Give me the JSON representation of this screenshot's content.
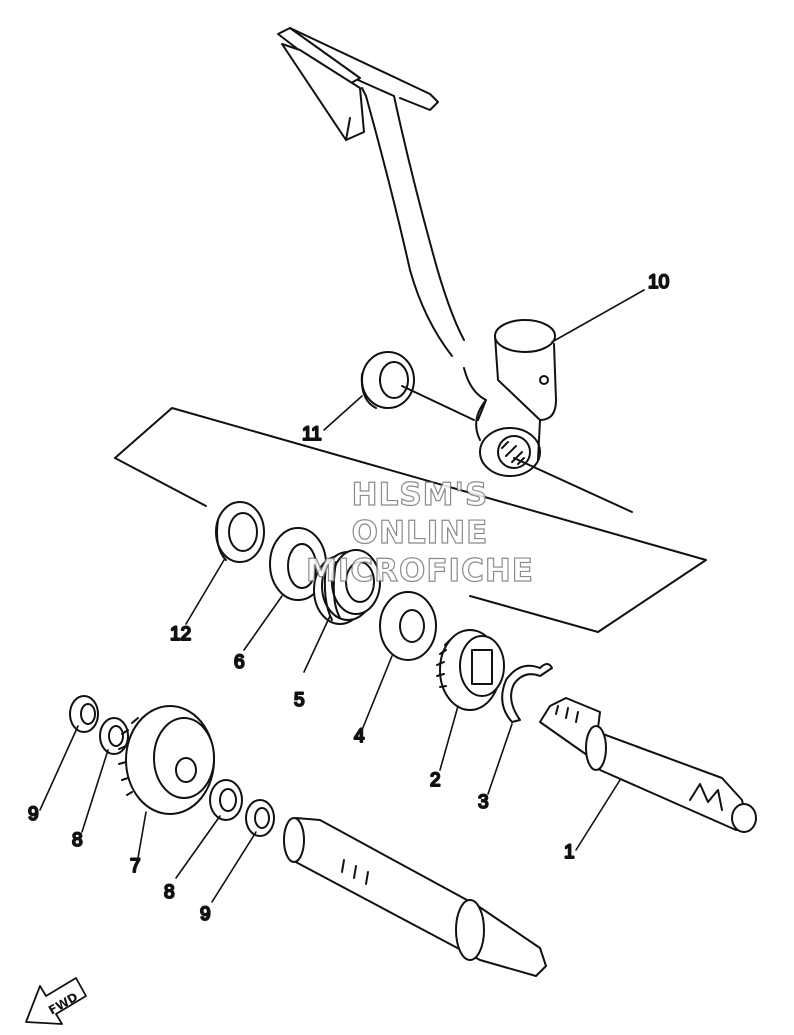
{
  "watermark": {
    "line1": "HLSM'S",
    "line2": "ONLINE",
    "line3": "MICROFICHE"
  },
  "fwd_label": "FWD",
  "parts": [
    {
      "id": "1",
      "label": "1"
    },
    {
      "id": "2",
      "label": "2"
    },
    {
      "id": "3",
      "label": "3"
    },
    {
      "id": "4",
      "label": "4"
    },
    {
      "id": "5",
      "label": "5"
    },
    {
      "id": "6",
      "label": "6"
    },
    {
      "id": "7",
      "label": "7"
    },
    {
      "id": "8a",
      "label": "8"
    },
    {
      "id": "8b",
      "label": "8"
    },
    {
      "id": "9a",
      "label": "9"
    },
    {
      "id": "9b",
      "label": "9"
    },
    {
      "id": "10",
      "label": "10"
    },
    {
      "id": "11",
      "label": "11"
    },
    {
      "id": "12",
      "label": "12"
    }
  ]
}
